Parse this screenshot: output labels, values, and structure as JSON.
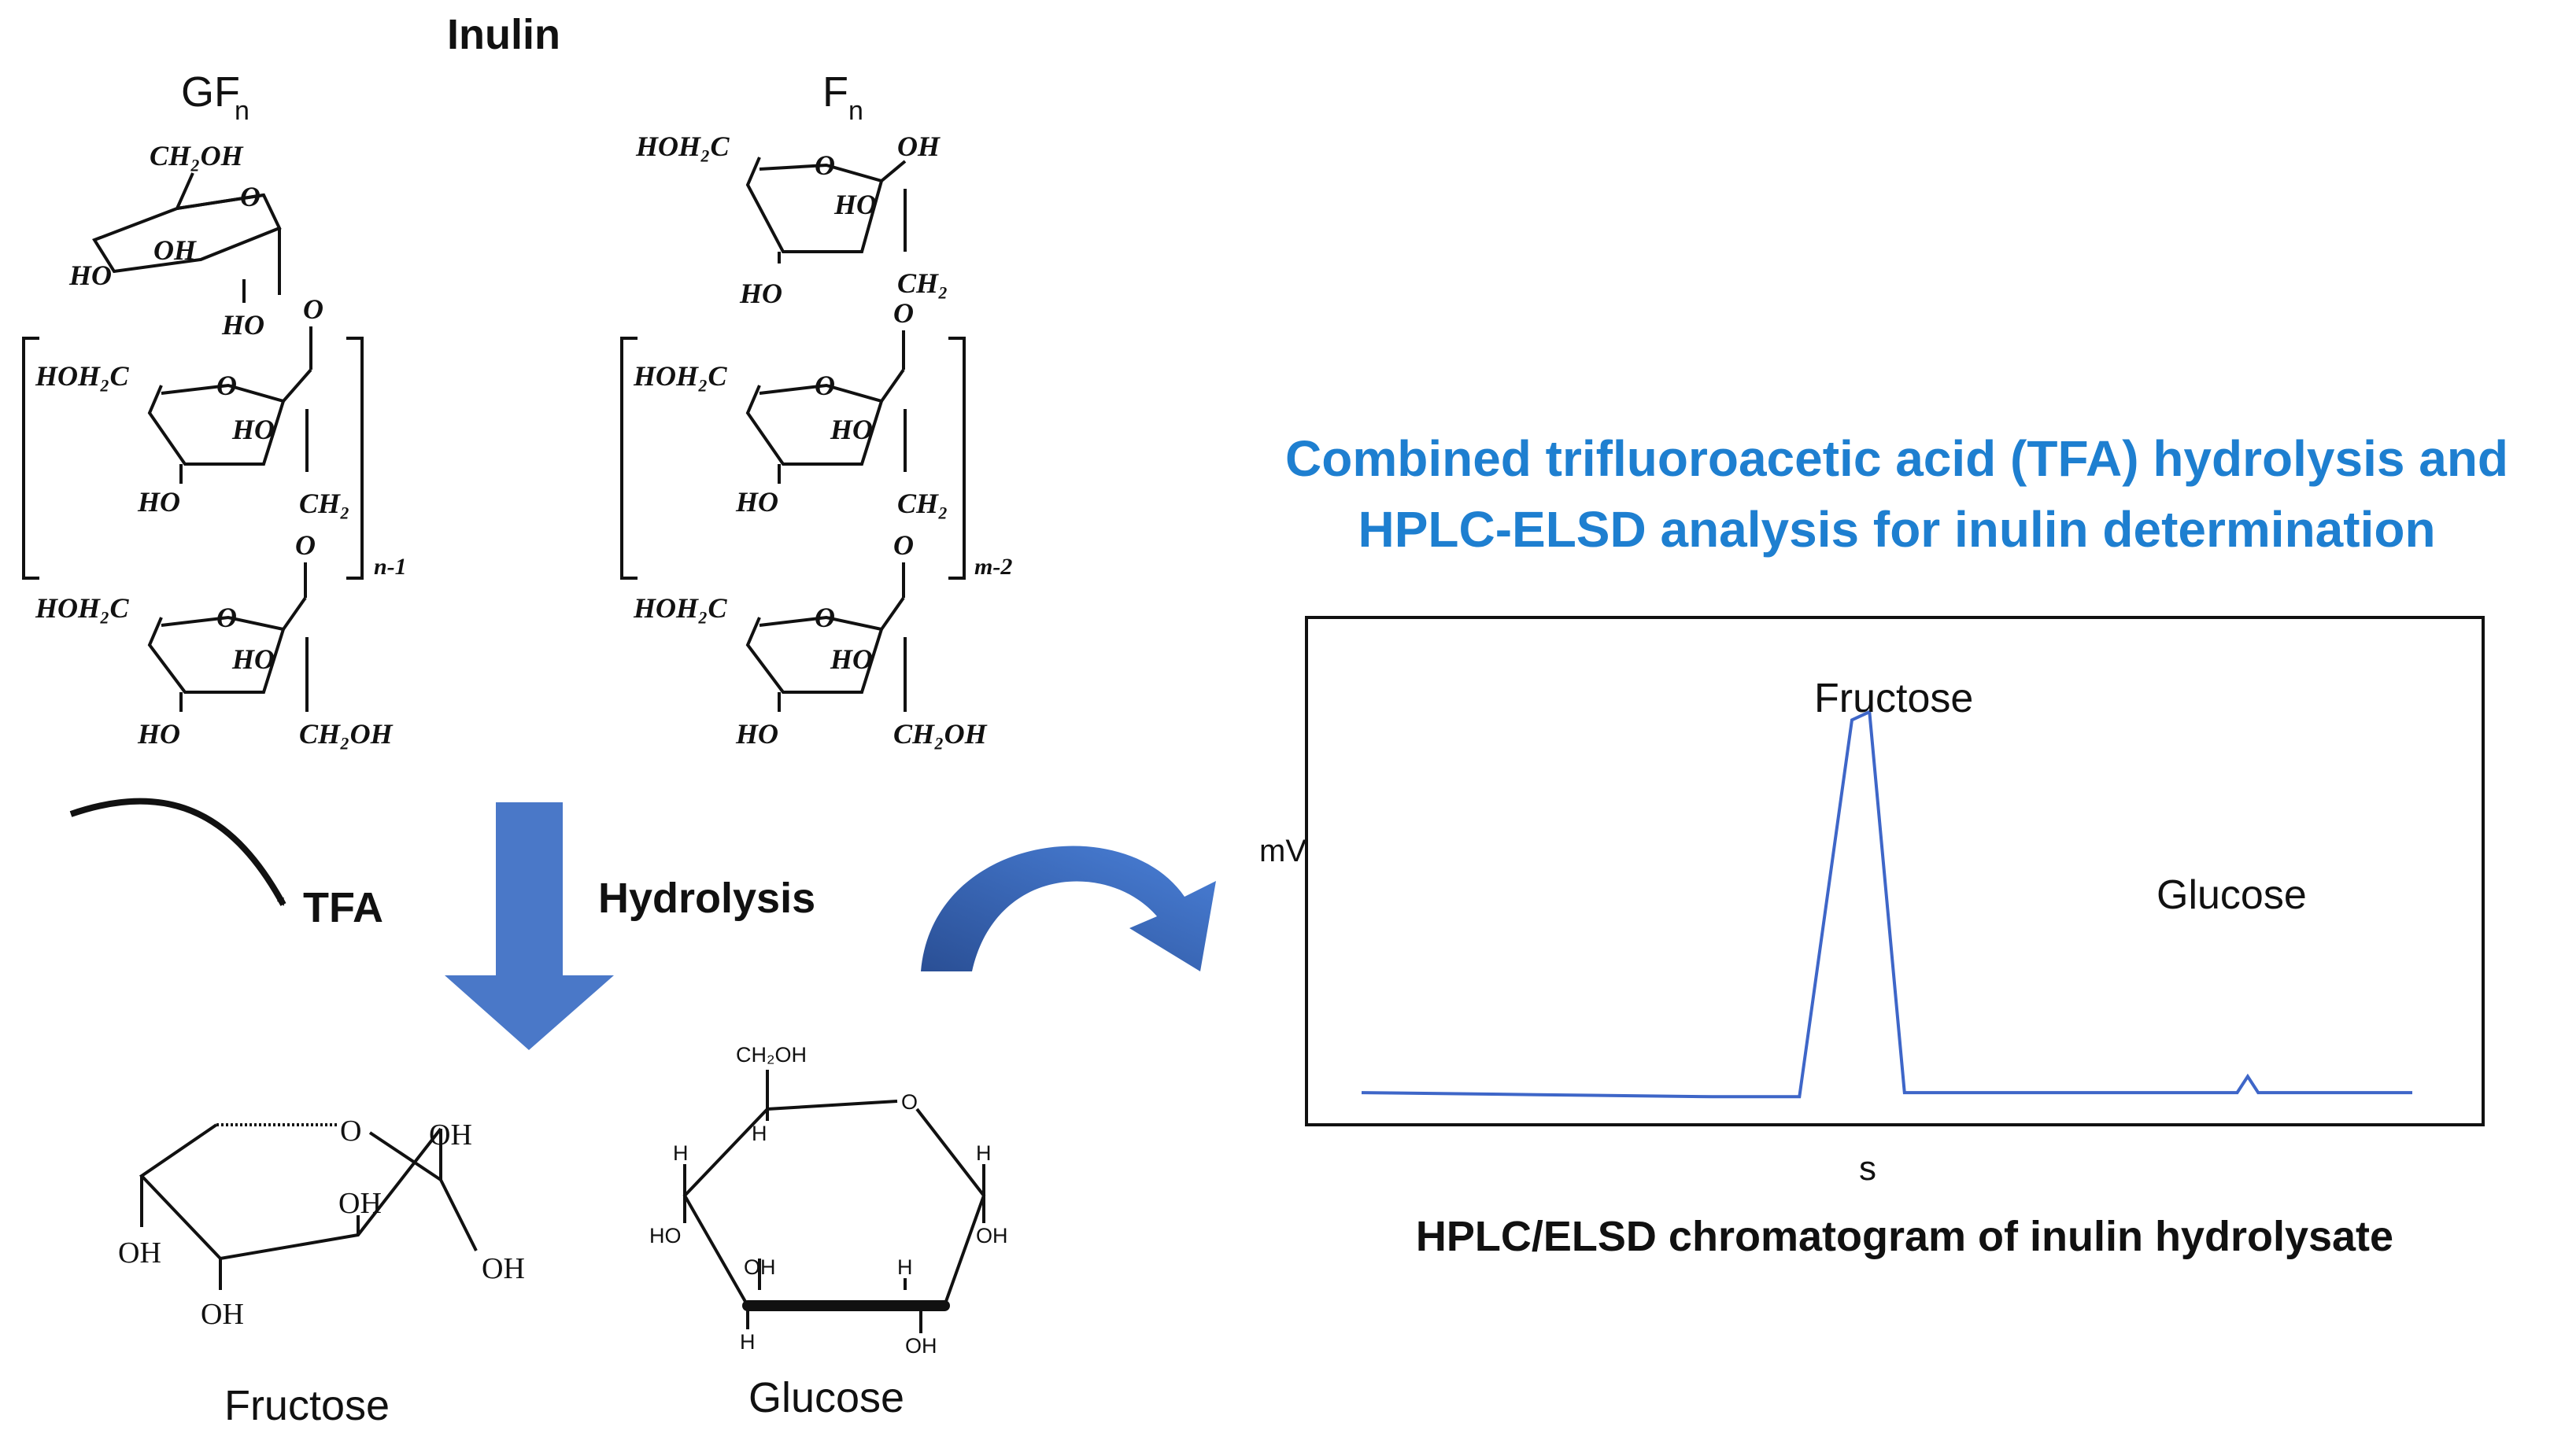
{
  "inulin": {
    "title": "Inulin",
    "gfn_label": "GF",
    "gfn_sub": "n",
    "fn_label": "F",
    "fn_sub": "n",
    "repeat_left": "n-1",
    "repeat_right": "m-2"
  },
  "chem_labels": {
    "ch2oh": "CH₂OH",
    "hoh2c": "HOH₂C",
    "ho": "HO",
    "oh": "OH",
    "o": "O",
    "ch2": "CH₂",
    "h": "H",
    "ch2oh_small": "CH₂OH"
  },
  "reaction": {
    "reagent": "TFA",
    "process": "Hydrolysis"
  },
  "products": {
    "fructose": "Fructose",
    "glucose": "Glucose"
  },
  "heading": {
    "line1": "Combined trifluoroacetic acid (TFA) hydrolysis and",
    "line2": "HPLC-ELSD analysis for inulin determination"
  },
  "chart_data": {
    "type": "line",
    "ylabel": "mV",
    "xlabel": "s",
    "series": [
      {
        "values": [
          [
            0,
            0.06
          ],
          [
            10,
            0.055
          ],
          [
            20,
            0.05
          ],
          [
            25,
            0.05
          ],
          [
            28,
            0.98
          ],
          [
            29,
            1.0
          ],
          [
            31,
            0.06
          ],
          [
            50,
            0.06
          ],
          [
            50.6,
            0.1
          ],
          [
            51.2,
            0.06
          ],
          [
            60,
            0.06
          ]
        ]
      }
    ],
    "peaks": [
      {
        "label": "Fructose"
      },
      {
        "label": "Glucose"
      }
    ],
    "caption": "HPLC/ELSD chromatogram of inulin hydrolysate",
    "line_color": "#3e66c8"
  },
  "colors": {
    "accent_blue": "#1e7fd0",
    "arrow_blue": "#4a78c8"
  }
}
